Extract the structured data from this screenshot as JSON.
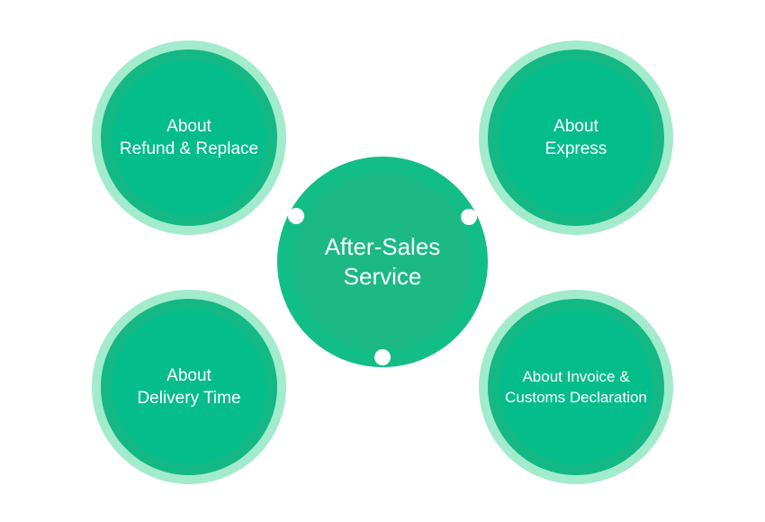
{
  "hub": {
    "label": "After-Sales\nService"
  },
  "topics": {
    "refund": "About\nRefund & Replace",
    "express": "About\nExpress",
    "delivery": "About\nDelivery Time",
    "invoice": "About Invoice &\nCustoms Declaration"
  },
  "colors": {
    "outer_ring": "#a3ebcd",
    "circle_fill": "#04bd8a",
    "hub_fill": "#12be86",
    "text": "#ffffff"
  }
}
